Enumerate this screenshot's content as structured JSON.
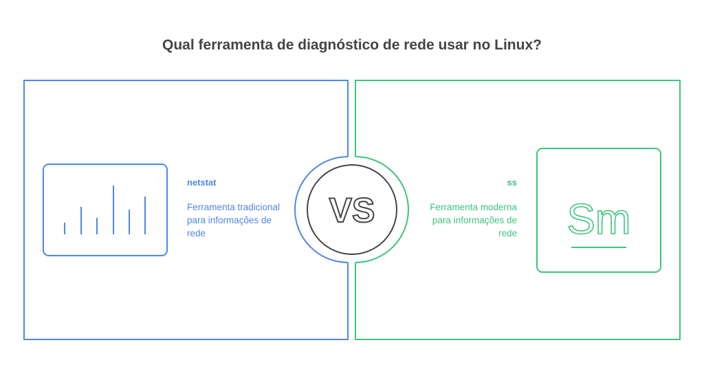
{
  "title": "Qual ferramenta de diagnóstico de rede usar no Linux?",
  "vs_label": "VS",
  "left": {
    "name": "netstat",
    "description": "Ferramenta tradicional para informações de rede",
    "icon": "bar-chart-icon",
    "color": "#4f86e6"
  },
  "right": {
    "name": "ss",
    "description": "Ferramenta moderna para informações de rede",
    "icon": "sm-text-icon",
    "icon_text": "Sm",
    "color": "#3ec47c"
  }
}
